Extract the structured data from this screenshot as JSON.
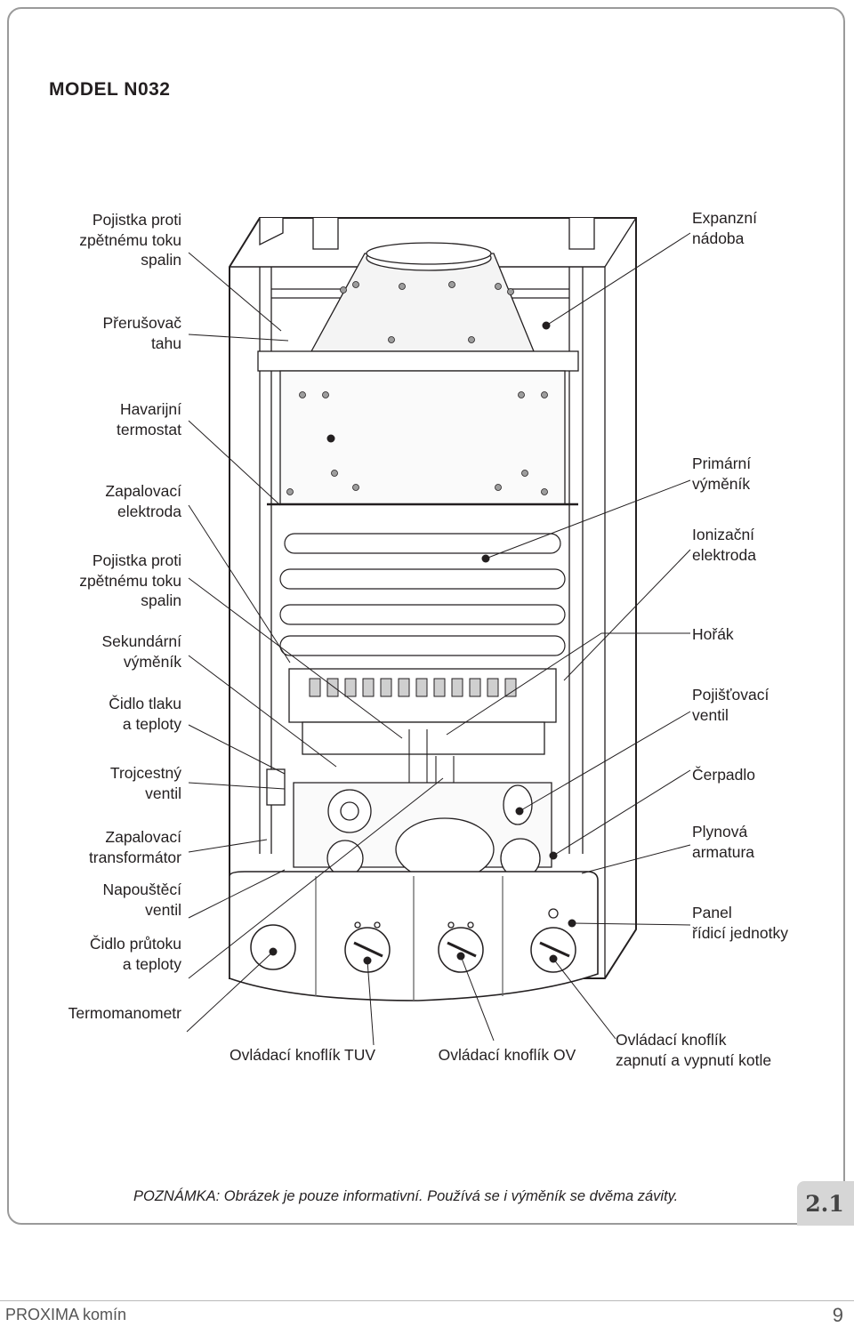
{
  "title": "MODEL N032",
  "labels_left": [
    {
      "id": "pojistka-1",
      "text": "Pojistka proti\nzpětnému toku\nspalin"
    },
    {
      "id": "prerusovac",
      "text": "Přerušovač\ntahu"
    },
    {
      "id": "havarijni",
      "text": "Havarijní\ntermostat"
    },
    {
      "id": "zapalovaci-elektroda",
      "text": "Zapalovací\nelektroda"
    },
    {
      "id": "pojistka-2",
      "text": "Pojistka proti\nzpětnému toku\nspalin"
    },
    {
      "id": "sekundarni",
      "text": "Sekundární\nvýměník"
    },
    {
      "id": "cidlo-tlaku",
      "text": "Čidlo tlaku\na teploty"
    },
    {
      "id": "trojcestny",
      "text": "Trojcestný\nventil"
    },
    {
      "id": "transformator",
      "text": "Zapalovací\ntransformátor"
    },
    {
      "id": "napousteci",
      "text": "Napouštěcí\nventil"
    },
    {
      "id": "cidlo-prutoku",
      "text": "Čidlo průtoku\na teploty"
    },
    {
      "id": "termomanometr",
      "text": "Termomanometr"
    }
  ],
  "labels_right": [
    {
      "id": "expanzni",
      "text": "Expanzní\nnádoba"
    },
    {
      "id": "primarni",
      "text": "Primární\nvýměník"
    },
    {
      "id": "ionizacni",
      "text": "Ionizační\nelektroda"
    },
    {
      "id": "horak",
      "text": "Hořák"
    },
    {
      "id": "pojistovaci",
      "text": "Pojišťovací\nventil"
    },
    {
      "id": "cerpadlo",
      "text": "Čerpadlo"
    },
    {
      "id": "plynova",
      "text": "Plynová\narmatura"
    },
    {
      "id": "panel",
      "text": "Panel\nřídicí jednotky"
    }
  ],
  "labels_bottom": [
    {
      "id": "knoflik-tuv",
      "text": "Ovládací knoflík TUV"
    },
    {
      "id": "knoflik-ov",
      "text": "Ovládací knoflík OV"
    },
    {
      "id": "knoflik-zapnuti",
      "text": "Ovládací knoflík\nzapnutí a vypnutí kotle"
    }
  ],
  "note": "POZNÁMKA:  Obrázek je pouze informativní. Používá se i výměník se dvěma závity.",
  "figure_number": "2.1",
  "footer": {
    "left": "PROXIMA komín",
    "page_number": "9"
  }
}
